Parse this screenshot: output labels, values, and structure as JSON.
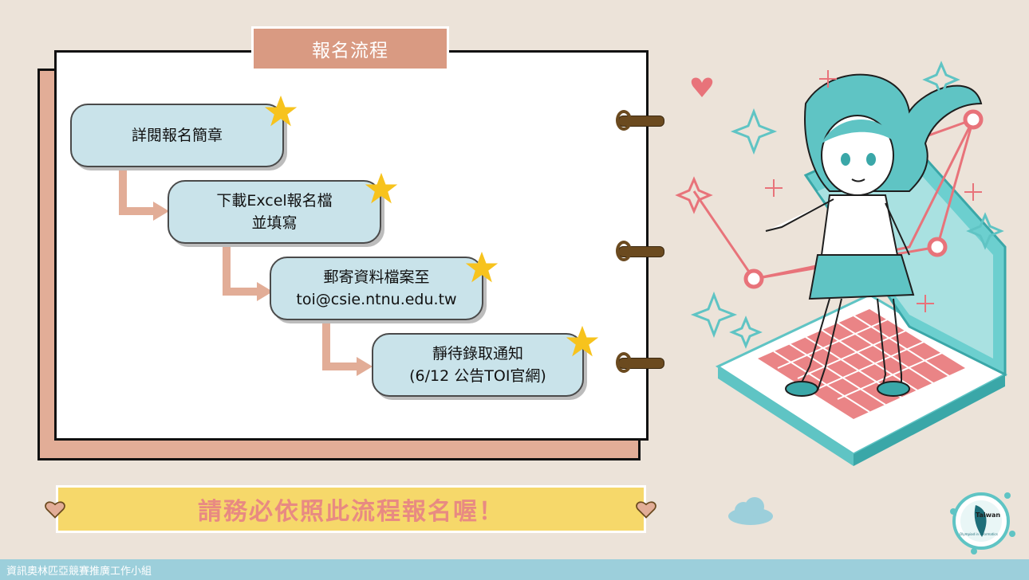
{
  "title": "報名流程",
  "steps": [
    {
      "line1": "詳閱報名簡章",
      "line2": ""
    },
    {
      "line1": "下載Excel報名檔",
      "line2": "並填寫"
    },
    {
      "line1": "郵寄資料檔案至",
      "line2": "toi@csie.ntnu.edu.tw"
    },
    {
      "line1": "靜待錄取通知",
      "line2": "(6/12 公告TOI官網)"
    }
  ],
  "banner": "請務必依照此流程報名喔！",
  "footer": "資訊奧林匹亞競賽推廣工作小組",
  "logo": {
    "text1": "Taiwan",
    "text2": "Olympiad in Informatics"
  },
  "colors": {
    "accent": "#d99a82",
    "step_fill": "#c9e3ea",
    "banner": "#f6d86a",
    "banner_text": "#e88a82",
    "footer": "#9ccfdb",
    "teal": "#5fc4c4",
    "pink": "#e8737a"
  }
}
